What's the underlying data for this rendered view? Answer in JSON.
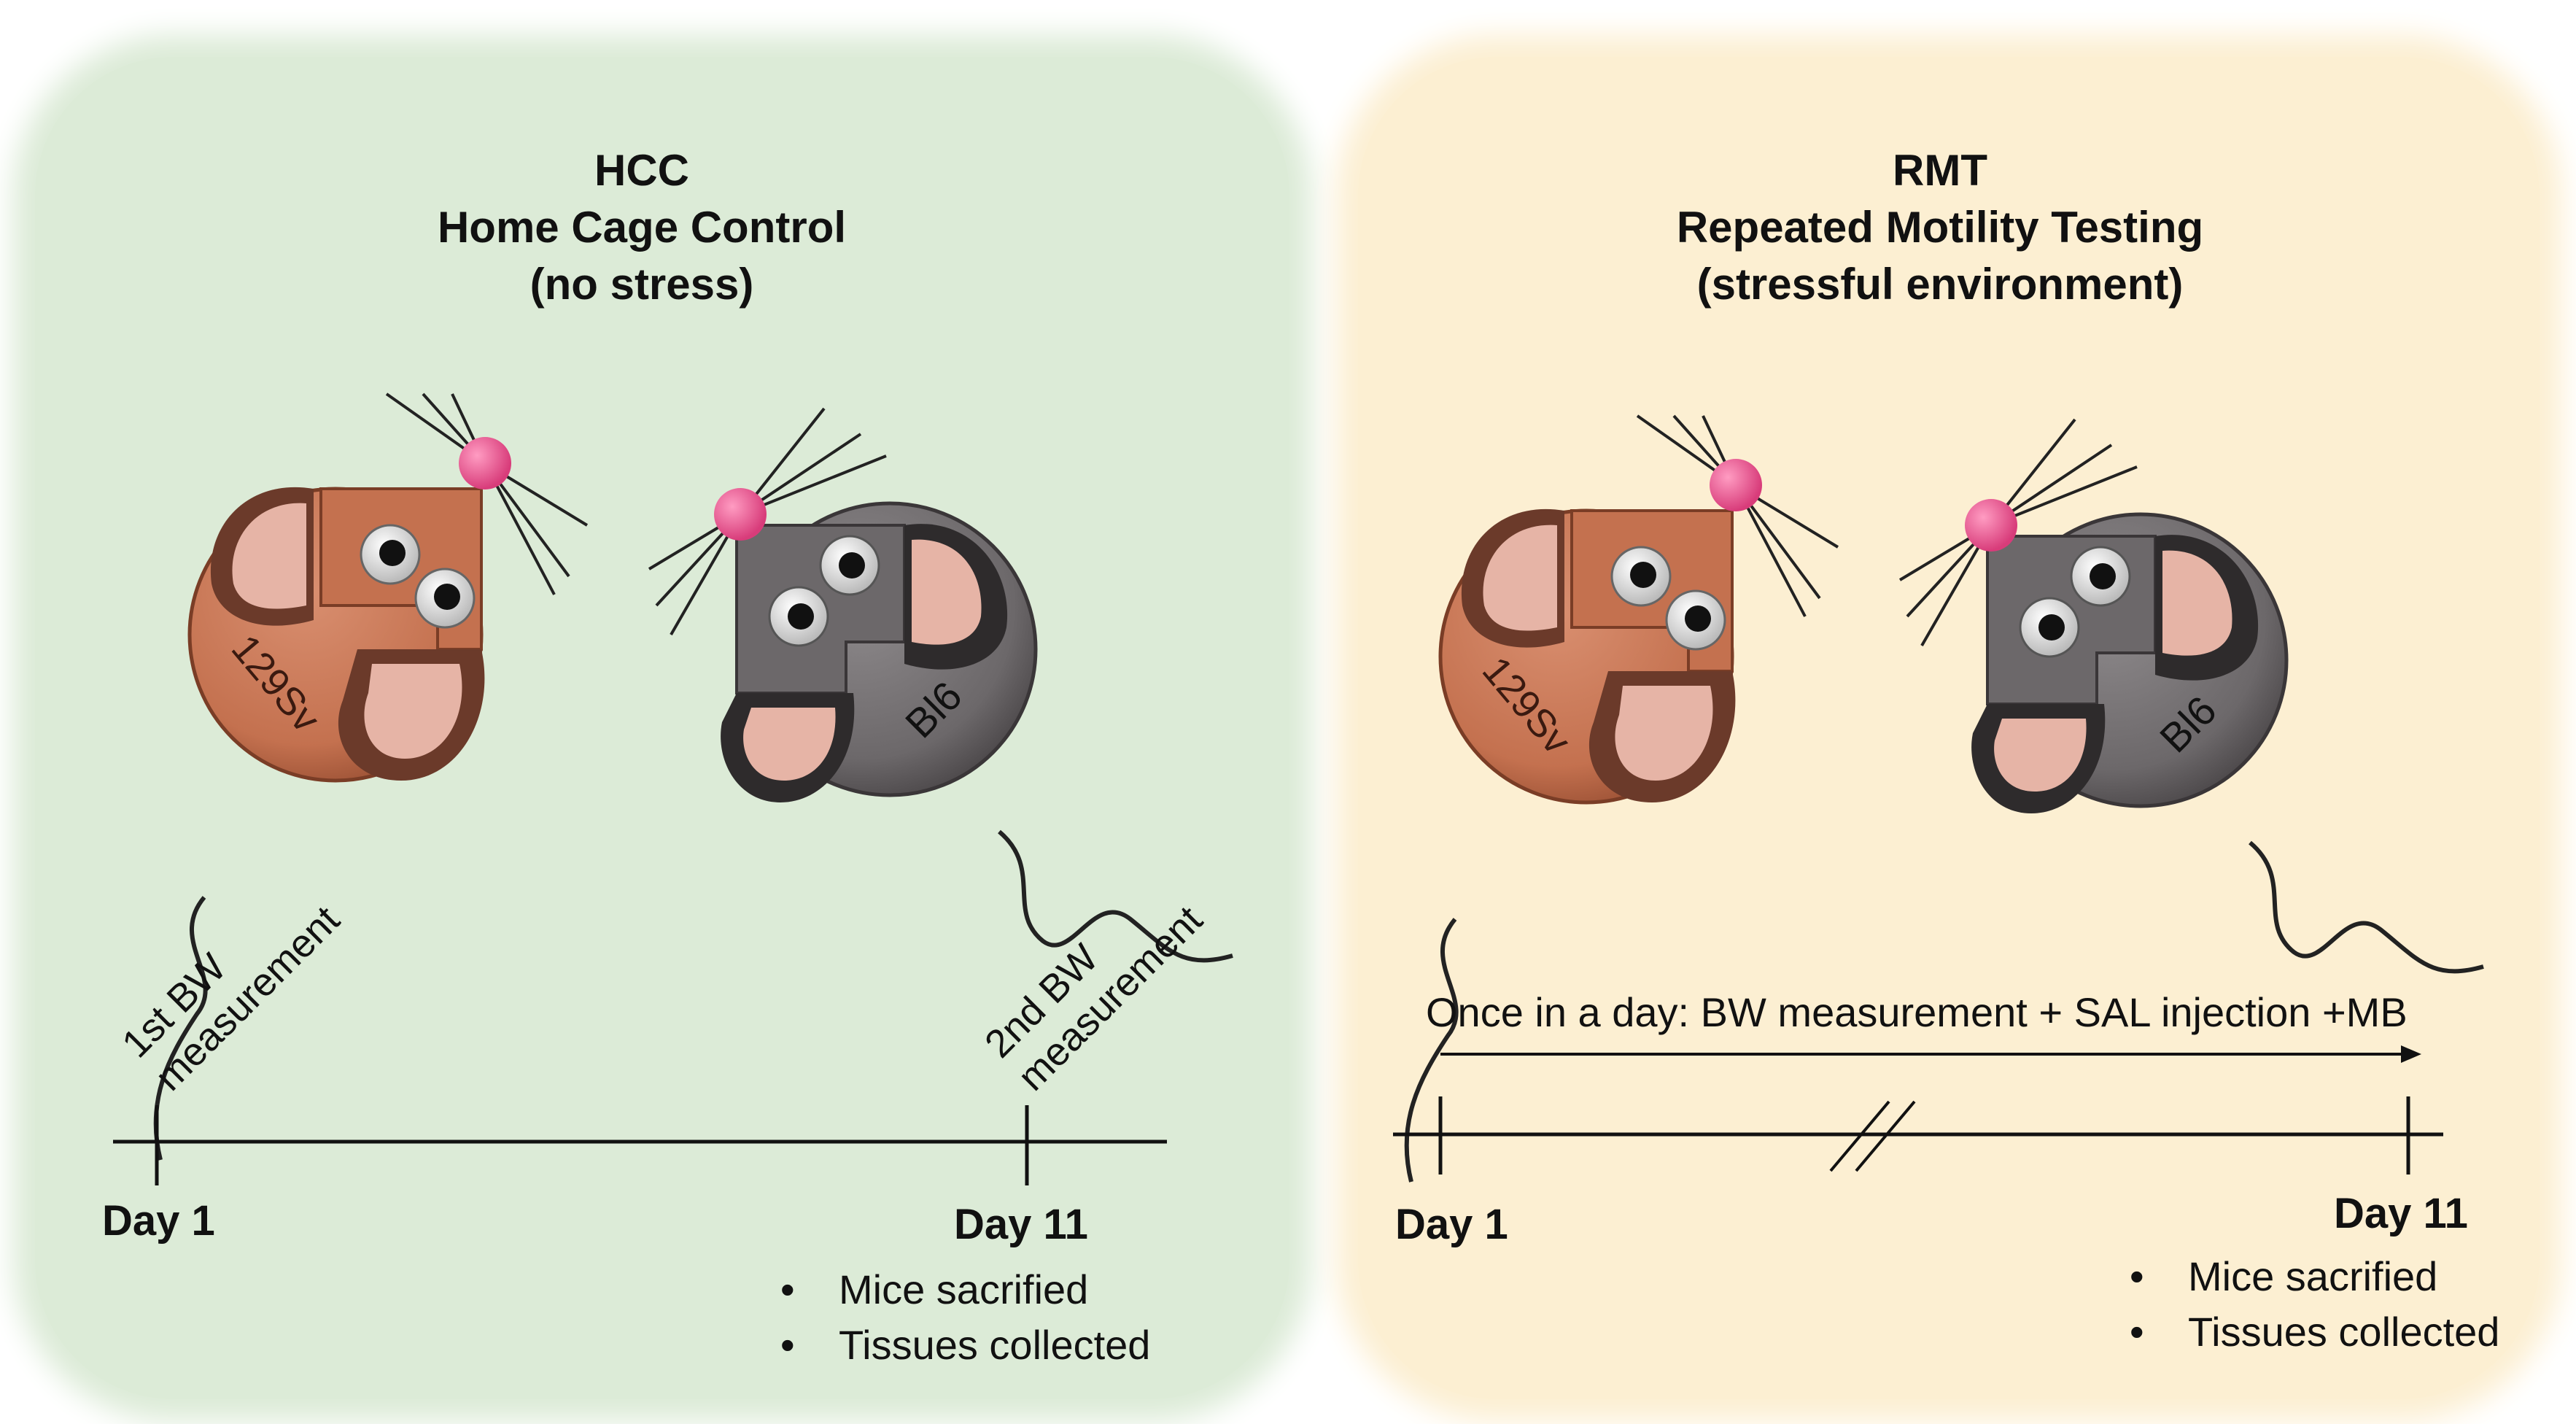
{
  "hcc": {
    "title_line1": "HCC",
    "title_line2": "Home Cage Control",
    "title_line3": "(no stress)",
    "mouse_left_label": "129Sv",
    "mouse_right_label": "Bl6",
    "bw1_line1": "1st BW",
    "bw1_line2": "measurement",
    "bw2_line1": "2nd BW",
    "bw2_line2": "measurement",
    "day_start": "Day 1",
    "day_end": "Day 11",
    "bullets": [
      "Mice sacrified",
      "Tissues collected"
    ]
  },
  "rmt": {
    "title_line1": "RMT",
    "title_line2": "Repeated Motility Testing",
    "title_line3": "(stressful environment)",
    "mouse_left_label": "129Sv",
    "mouse_right_label": "Bl6",
    "daily_text": "Once in a day: BW measurement + SAL injection +MB",
    "day_start": "Day 1",
    "day_end": "Day 11",
    "bullets": [
      "Mice sacrified",
      "Tissues collected"
    ]
  },
  "colors": {
    "hcc_bg": "#dcebd7",
    "rmt_bg": "#fcefd2",
    "mouse_brown": "#c9785a",
    "mouse_gray": "#6e6a6c",
    "nose_pink": "#ec5f96"
  }
}
